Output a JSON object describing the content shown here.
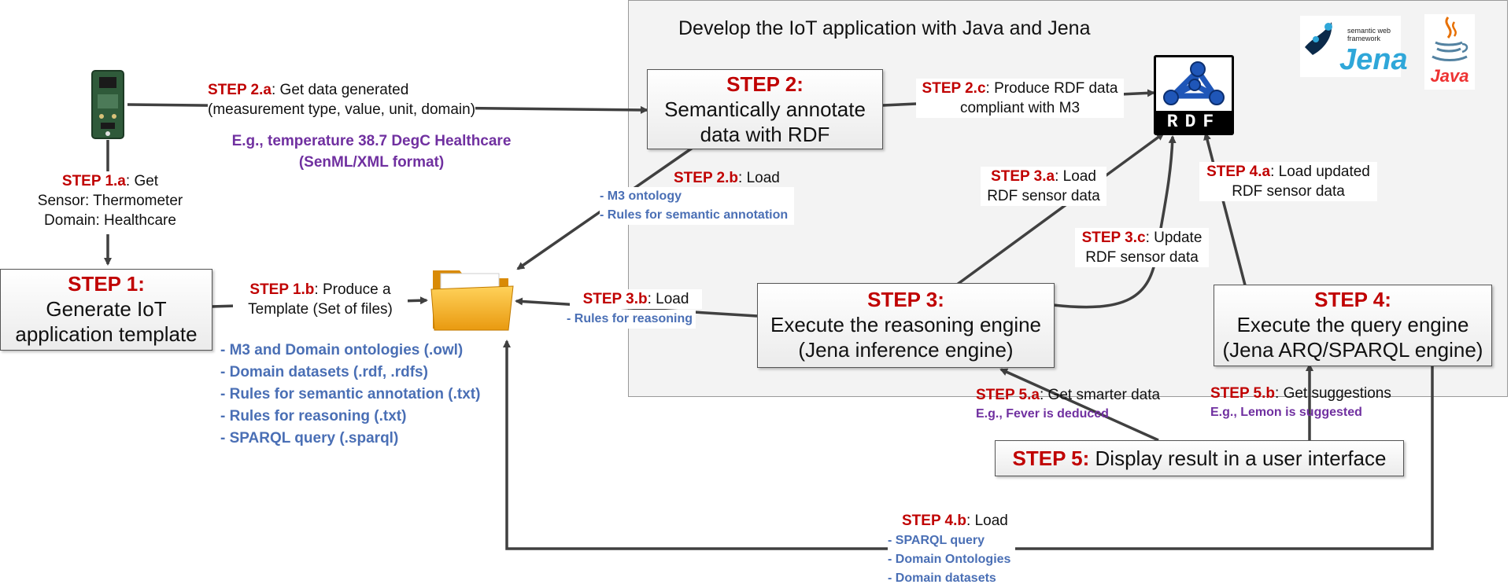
{
  "panel": {
    "title": "Develop the IoT application with Java and Jena"
  },
  "logos": {
    "jena_small": "semantic web framework",
    "jena": "Jena",
    "java": "Java",
    "rdf": "RDF"
  },
  "boxes": {
    "step1": {
      "step": "STEP 1:",
      "text": [
        "Generate IoT",
        "application template"
      ]
    },
    "step2": {
      "step": "STEP 2:",
      "text": [
        "Semantically annotate",
        "data with RDF"
      ]
    },
    "step3": {
      "step": "STEP 3:",
      "text": [
        "Execute the reasoning engine",
        "(Jena inference engine)"
      ]
    },
    "step4": {
      "step": "STEP 4:",
      "text": [
        "Execute the query engine",
        "(Jena ARQ/SPARQL engine)"
      ]
    },
    "step5": {
      "step": "STEP 5:",
      "text": "Display result in a user interface"
    }
  },
  "labels": {
    "s1a": {
      "step": "STEP 1.a",
      "text": ": Get",
      "line2": "Sensor: Thermometer",
      "line3": "Domain: Healthcare"
    },
    "s1b": {
      "step": "STEP 1.b",
      "text": ": Produce a",
      "line2": "Template (Set of files)"
    },
    "s1b_items": [
      "- M3 and Domain ontologies (.owl)",
      "- Domain datasets (.rdf, .rdfs)",
      "- Rules for semantic annotation (.txt)",
      "- Rules for reasoning (.txt)",
      "- SPARQL query (.sparql)"
    ],
    "s2a": {
      "step": "STEP 2.a",
      "text": ": Get data generated",
      "line2": "(measurement type, value, unit, domain)"
    },
    "s2a_example": {
      "line1": "E.g., temperature 38.7 DegC Healthcare",
      "line2": "(SenML/XML format)"
    },
    "s2b": {
      "step": "STEP 2.b",
      "text": ": Load"
    },
    "s2b_items": [
      "- M3 ontology",
      "- Rules for semantic annotation"
    ],
    "s2c": {
      "step": "STEP 2.c",
      "text": ": Produce RDF data",
      "line2": "compliant with M3"
    },
    "s3a": {
      "step": "STEP 3.a",
      "text": ": Load",
      "line2": "RDF sensor data"
    },
    "s3b": {
      "step": "STEP 3.b",
      "text": ": Load"
    },
    "s3b_items": [
      "- Rules for reasoning"
    ],
    "s3c": {
      "step": "STEP 3.c",
      "text": ": Update",
      "line2": "RDF sensor data"
    },
    "s4a": {
      "step": "STEP 4.a",
      "text": ": Load updated",
      "line2": "RDF sensor data"
    },
    "s4b": {
      "step": "STEP 4.b",
      "text": ": Load"
    },
    "s4b_items": [
      "- SPARQL query",
      "- Domain Ontologies",
      "- Domain datasets"
    ],
    "s5a": {
      "step": "STEP 5.a",
      "text": ": Get smarter data",
      "example": "E.g., Fever is deduced"
    },
    "s5b": {
      "step": "STEP 5.b",
      "text": ": Get suggestions",
      "example": "E.g., Lemon is suggested"
    }
  },
  "colors": {
    "step_red": "#c00000",
    "file_blue": "#4a6fb5",
    "example_purple": "#7030a0",
    "rdf_blue": "#1f56b8",
    "arrow": "#404040"
  }
}
